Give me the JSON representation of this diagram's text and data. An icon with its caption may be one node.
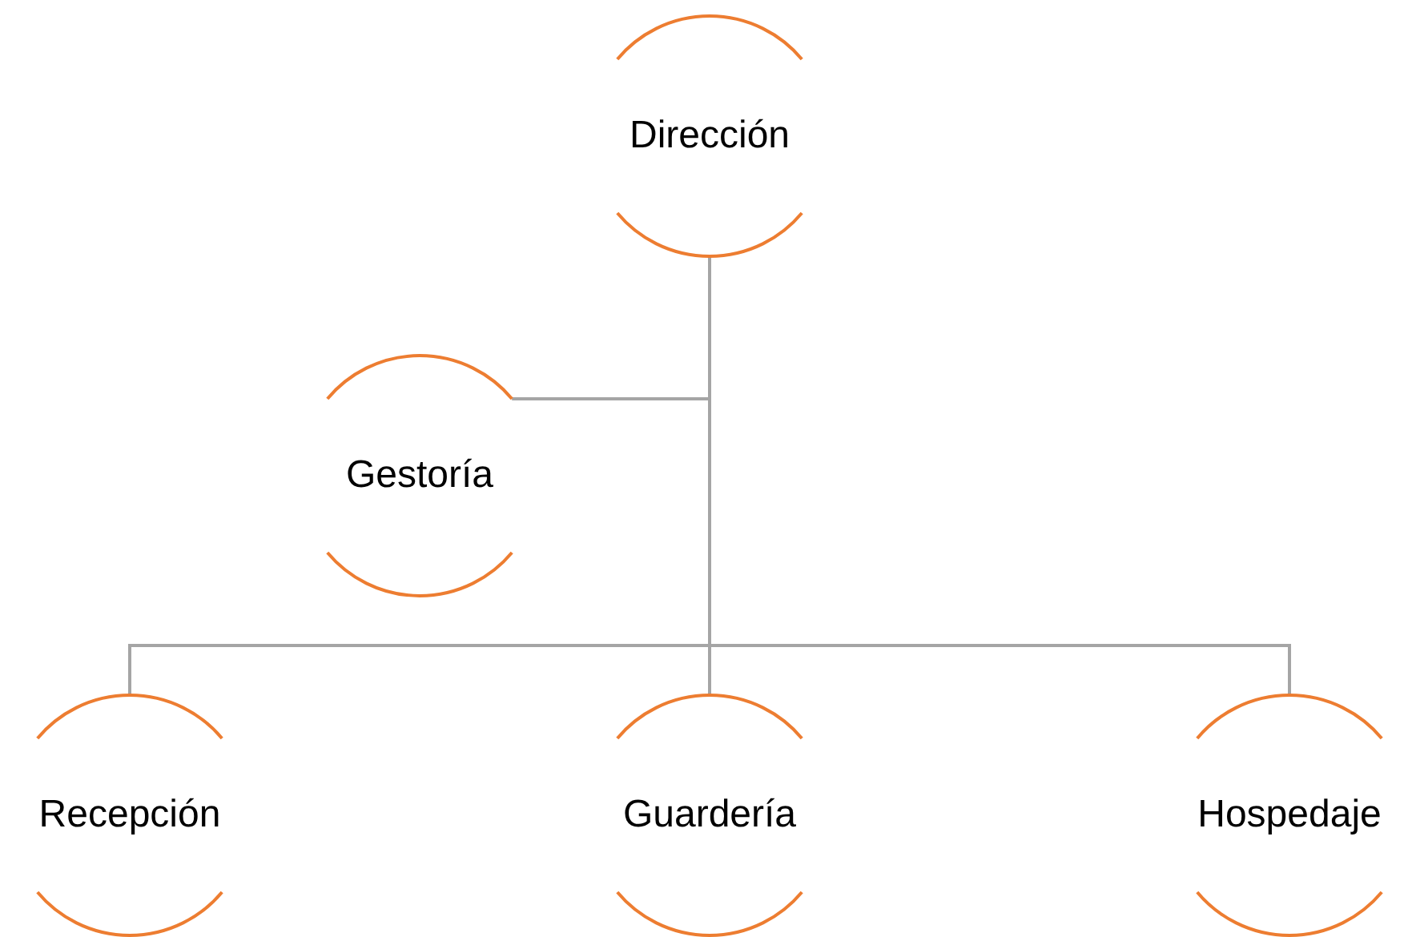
{
  "diagram": {
    "nodes": [
      {
        "text": [
          "Dirección"
        ]
      },
      {
        "text": [
          "Gestoría"
        ]
      },
      {
        "text": [
          "Recepción"
        ]
      },
      {
        "text": [
          "Guardería"
        ]
      },
      {
        "text": [
          "Hospedaje"
        ]
      }
    ],
    "edges": [
      {
        "from": 0,
        "to": 1,
        "arrow": "none"
      },
      {
        "from": 0,
        "to": 2,
        "arrow": "none"
      },
      {
        "from": 0,
        "to": 3,
        "arrow": "none"
      },
      {
        "from": 0,
        "to": 4,
        "arrow": "none"
      }
    ]
  }
}
